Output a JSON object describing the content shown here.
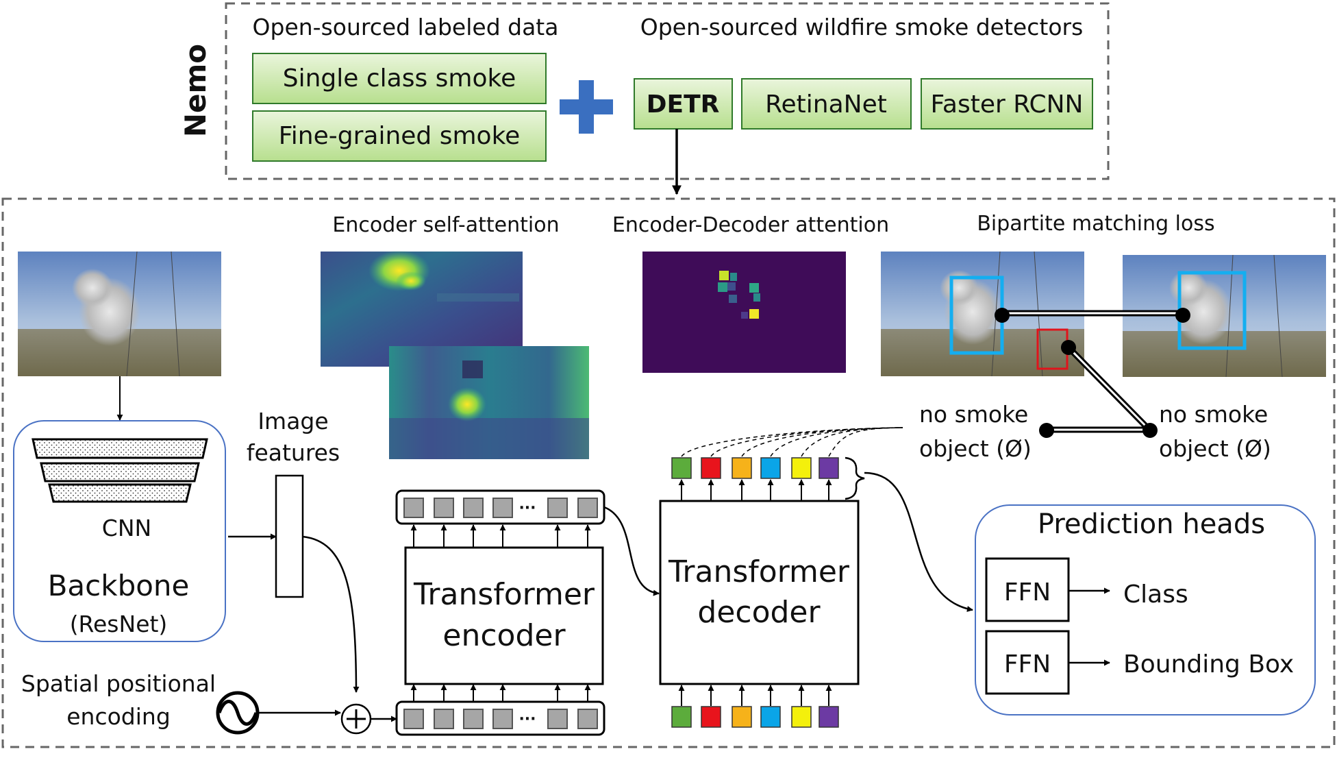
{
  "side_label": "Nemo",
  "top": {
    "data_title": "Open-sourced labeled data",
    "data_items": [
      "Single class smoke",
      "Fine-grained smoke"
    ],
    "detectors_title": "Open-sourced wildfire smoke detectors",
    "detectors": [
      "DETR",
      "RetinaNet",
      "Faster RCNN"
    ]
  },
  "titles": {
    "enc_self_attention": "Encoder self-attention",
    "enc_dec_attention": "Encoder-Decoder attention",
    "bipartite": "Bipartite matching loss"
  },
  "backbone": {
    "cnn": "CNN",
    "name": "Backbone",
    "sub": "(ResNet)"
  },
  "features": {
    "line1": "Image",
    "line2": "features"
  },
  "spatial": {
    "line1": "Spatial positional",
    "line2": "encoding"
  },
  "ellipsis": "···",
  "encoder": {
    "line1": "Transformer",
    "line2": "encoder"
  },
  "decoder": {
    "line1": "Transformer",
    "line2": "decoder"
  },
  "no_smoke": {
    "line1": "no smoke",
    "line2": "object (Ø)"
  },
  "heads": {
    "title": "Prediction heads",
    "ffn": "FFN",
    "outputs": [
      "Class",
      "Bounding Box"
    ]
  },
  "query_colors": [
    "#5cac3c",
    "#e8141c",
    "#f6b21a",
    "#0aa5e8",
    "#f4f00c",
    "#6c3aa3"
  ],
  "colors": {
    "green_top": "#eaf5dc",
    "green_bottom": "#b7df8e",
    "green_border": "#2f7a2a",
    "plus": "#3a6fc0",
    "token": "#a6a6a6",
    "box_blue": "#14aef0",
    "box_red": "#e0141c",
    "rounded_border": "#4a72c4"
  }
}
